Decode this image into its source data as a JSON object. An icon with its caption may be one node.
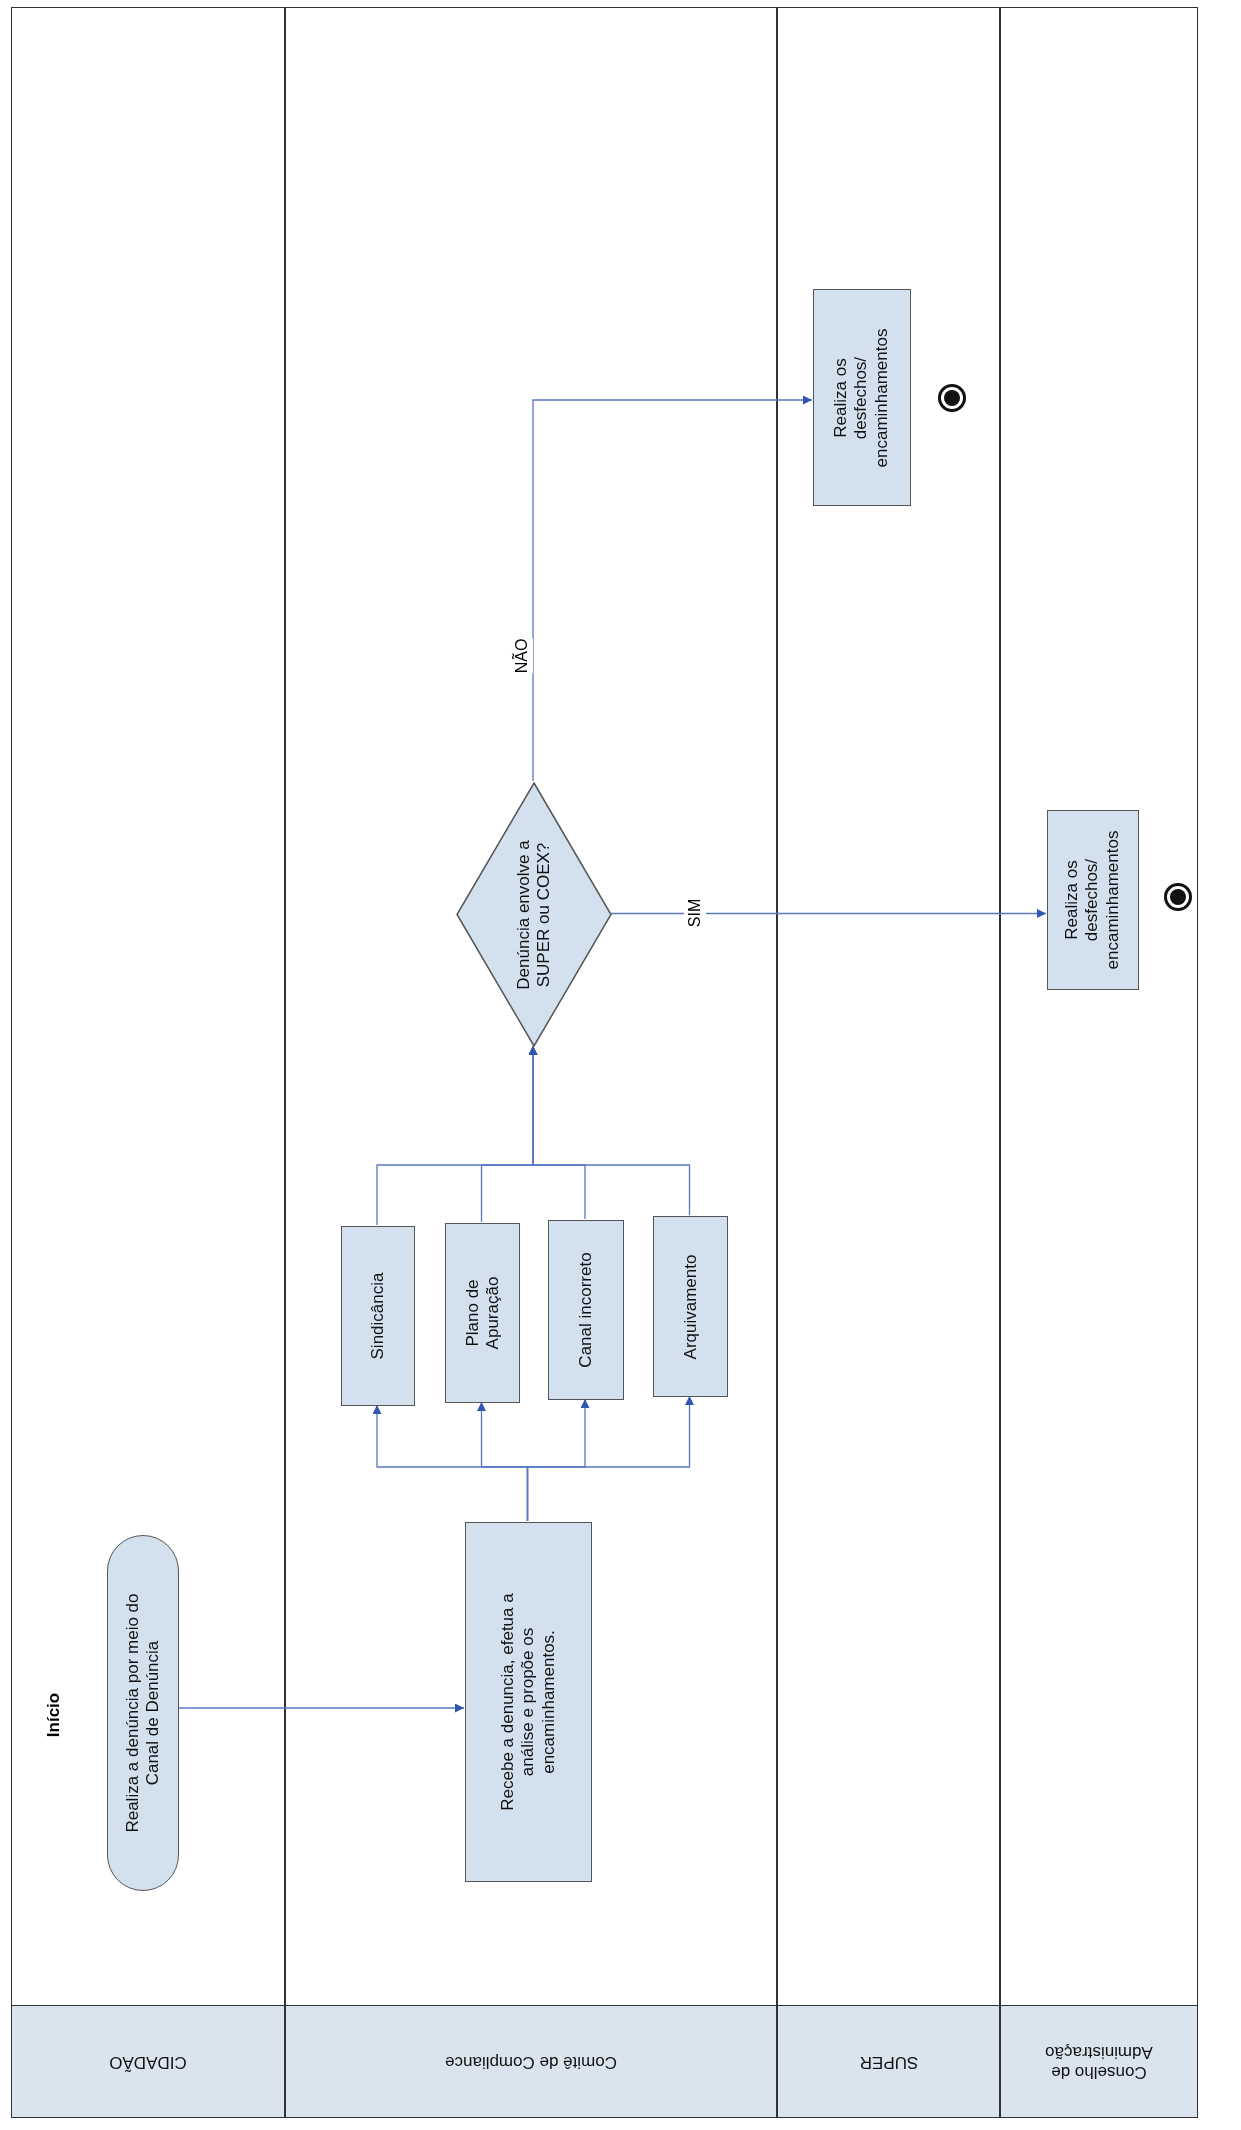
{
  "diagram": {
    "nodes": [
      {
        "text": [
          "CIDADÃO"
        ]
      },
      {
        "text": [
          "Comitê de Compliance"
        ]
      },
      {
        "text": [
          "SUPER"
        ]
      },
      {
        "text": [
          "Conselho de Administração"
        ]
      },
      {
        "text": [
          "Realiza a denúncia por meio do Canal de Denúncia"
        ],
        "in": 0
      },
      {
        "text": [
          "Recebe a denuncia, efetua a análise e propõe os encaminhamentos."
        ],
        "in": 1
      },
      {
        "text": [
          "Sindicância"
        ],
        "in": 1
      },
      {
        "text": [
          "Plano de Apuração"
        ],
        "in": 1
      },
      {
        "text": [
          "Canal incorreto"
        ],
        "in": 1
      },
      {
        "text": [
          "Arquivamento"
        ],
        "in": 1
      },
      {
        "text": [
          "Denúncia envolve a SUPER ou COEX?"
        ],
        "in": 1
      },
      {
        "text": [
          "Realiza os desfechos/ encaminhamentos"
        ],
        "in": 2
      },
      {
        "text": [],
        "shape": "circle",
        "in": 2
      },
      {
        "text": [
          "Realiza os desfechos/ encaminhamentos"
        ],
        "in": 3
      },
      {
        "text": [],
        "shape": "circle",
        "in": 3
      }
    ],
    "edges": [
      {
        "from": 4,
        "to": 5,
        "arrow": "to"
      },
      {
        "from": 5,
        "to": 6,
        "arrow": "to"
      },
      {
        "from": 5,
        "to": 7,
        "arrow": "to"
      },
      {
        "from": 5,
        "to": 8,
        "arrow": "to"
      },
      {
        "from": 5,
        "to": 9,
        "arrow": "to"
      },
      {
        "from": 6,
        "to": 10,
        "arrow": "to"
      },
      {
        "from": 7,
        "to": 10,
        "arrow": "to"
      },
      {
        "from": 8,
        "to": 10,
        "arrow": "to"
      },
      {
        "from": 9,
        "to": 10,
        "arrow": "to"
      },
      {
        "from": 10,
        "to": 11,
        "label": "NÃO",
        "arrow": "to"
      },
      {
        "from": 10,
        "to": 13,
        "label": "SIM",
        "arrow": "to"
      }
    ],
    "labels": [
      "Início"
    ]
  }
}
